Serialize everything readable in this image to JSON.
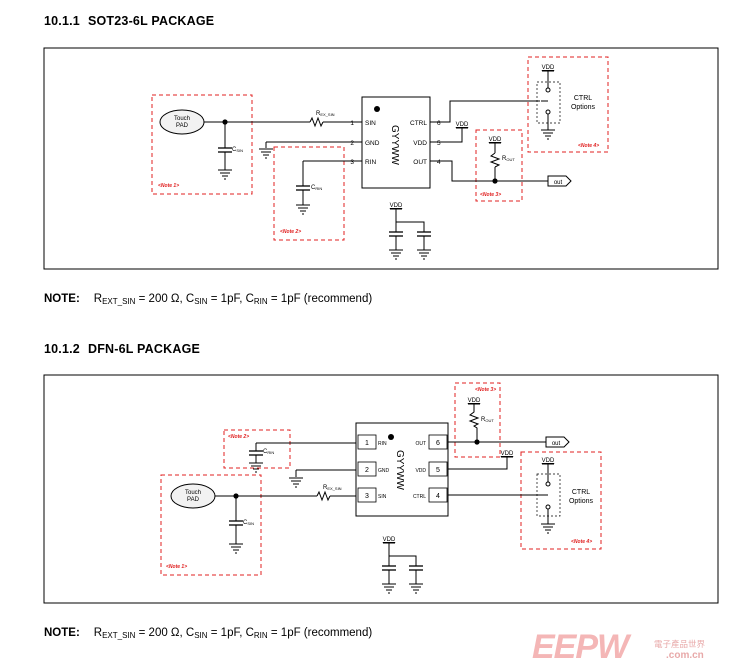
{
  "sections": [
    {
      "number": "10.1.1",
      "title": "SOT23-6L PACKAGE",
      "chip_text": "GYYWW",
      "pins_left": [
        {
          "num": "1",
          "name": "SIN"
        },
        {
          "num": "2",
          "name": "GND"
        },
        {
          "num": "3",
          "name": "RIN"
        }
      ],
      "pins_right": [
        {
          "num": "6",
          "name": "CTRL"
        },
        {
          "num": "5",
          "name": "VDD"
        },
        {
          "num": "4",
          "name": "OUT"
        }
      ]
    },
    {
      "number": "10.1.2",
      "title": "DFN-6L PACKAGE",
      "chip_text": "GYYWW",
      "pins_left": [
        {
          "num": "1",
          "name": "RIN"
        },
        {
          "num": "2",
          "name": "GND"
        },
        {
          "num": "3",
          "name": "SIN"
        }
      ],
      "pins_right": [
        {
          "num": "6",
          "name": "OUT"
        },
        {
          "num": "5",
          "name": "VDD"
        },
        {
          "num": "4",
          "name": "CTRL"
        }
      ]
    }
  ],
  "labels": {
    "touch_pad_line1": "Touch",
    "touch_pad_line2": "PAD",
    "c_sin": "C",
    "c_sin_sub": "SIN",
    "c_rin": "C",
    "c_rin_sub": "RIN",
    "r_ex_sin": "R",
    "r_ex_sin_sub": "EX_SIN",
    "r_out": "R",
    "r_out_sub": "OUT",
    "vdd": "VDD",
    "out": "out",
    "ctrl_line1": "CTRL",
    "ctrl_line2": "Options",
    "note1": "<Note 1>",
    "note2": "<Note 2>",
    "note3": "<Note 3>",
    "note4": "<Note 4>"
  },
  "note": {
    "prefix": "NOTE:",
    "r": "R",
    "r_sub": "EXT_SIN",
    "r_val": " = 200 Ω, C",
    "c1_sub": "SIN",
    "c1_val": " = 1pF, C",
    "c2_sub": "RIN",
    "c2_val": " = 1pF (recommend)"
  },
  "watermark": {
    "brand": "EEPW",
    "tagline": "電子產品世界",
    "url": ".com.cn"
  },
  "colors": {
    "note_box": "#e02020",
    "line": "#000000"
  }
}
